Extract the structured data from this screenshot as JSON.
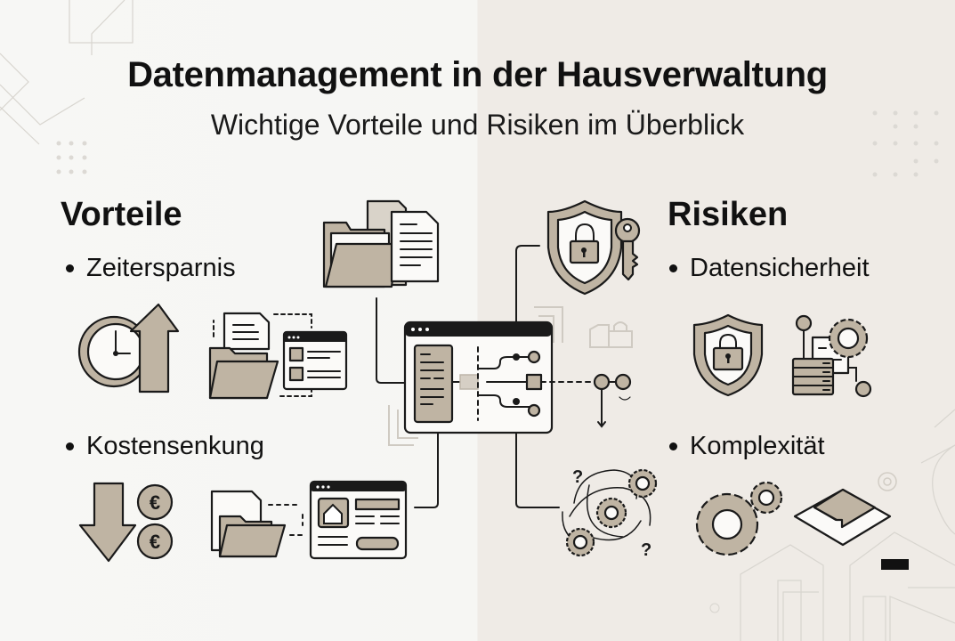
{
  "header": {
    "title": "Datenmanagement in der Hausverwaltung",
    "subtitle": "Wichtige Vorteile und Risiken im Überblick"
  },
  "left": {
    "heading": "Vorteile",
    "items": [
      {
        "label": "Zeitersparnis",
        "icons": [
          "clock-icon",
          "arrow-up-icon",
          "folder-icon",
          "document-icon",
          "browser-window-icon"
        ]
      },
      {
        "label": "Kostensenkung",
        "icons": [
          "arrow-down-icon",
          "euro-coin-icon",
          "euro-coin-icon",
          "folder-icon",
          "browser-window-home-icon"
        ]
      }
    ]
  },
  "right": {
    "heading": "Risiken",
    "items": [
      {
        "label": "Datensicherheit",
        "icons": [
          "shield-lock-icon",
          "server-gear-icon"
        ]
      },
      {
        "label": "Komplexität",
        "icons": [
          "gears-icon",
          "gear-icon",
          "isometric-panel-icon"
        ]
      }
    ]
  },
  "center": {
    "icons": [
      "folder-stack-icon",
      "document-icon",
      "shield-lock-icon",
      "key-icon",
      "central-app-window-icon",
      "network-nodes-icon",
      "tangled-gears-question-icon"
    ]
  },
  "colors": {
    "accent_fill": "#bfb4a3",
    "stroke": "#1a1a1a",
    "bg_left": "#f7f7f5",
    "bg_right": "#efebe6"
  }
}
